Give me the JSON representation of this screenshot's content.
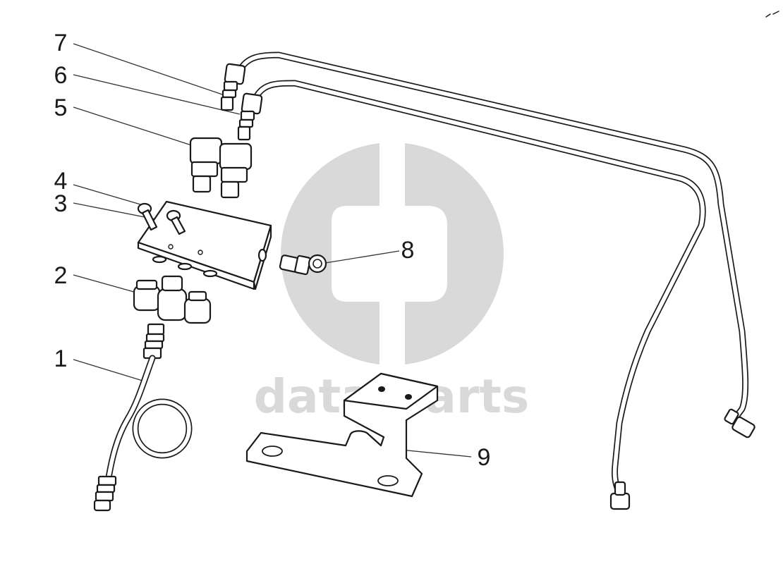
{
  "diagram": {
    "callouts": [
      {
        "id": "1",
        "label": "1"
      },
      {
        "id": "2",
        "label": "2"
      },
      {
        "id": "3",
        "label": "3"
      },
      {
        "id": "4",
        "label": "4"
      },
      {
        "id": "5",
        "label": "5"
      },
      {
        "id": "6",
        "label": "6"
      },
      {
        "id": "7",
        "label": "7"
      },
      {
        "id": "8",
        "label": "8"
      },
      {
        "id": "9",
        "label": "9"
      }
    ],
    "watermark": {
      "text": "data-parts",
      "logo_icon": "dp-logo-icon",
      "color": "#d9d9d9"
    },
    "line_color": "#1a1a1a",
    "background": "#ffffff"
  }
}
